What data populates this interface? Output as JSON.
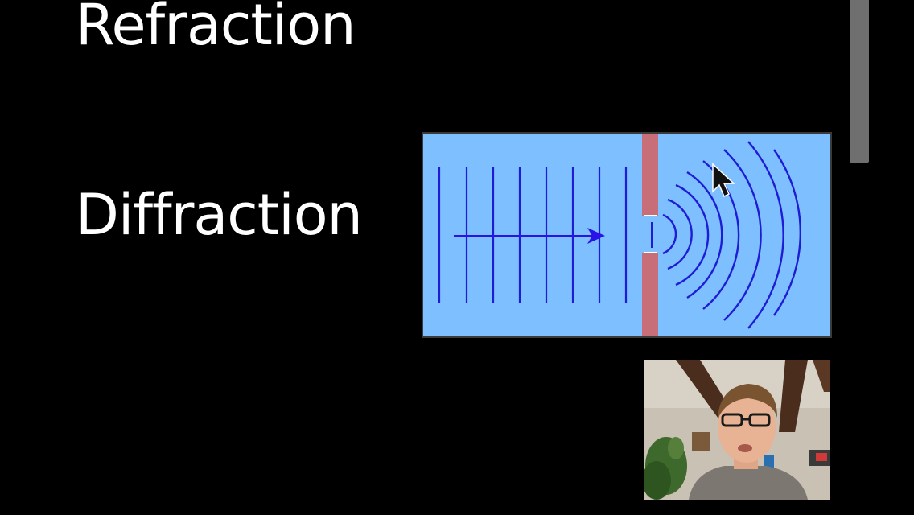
{
  "slide": {
    "headings": [
      "Refraction",
      "Diffraction"
    ]
  },
  "diagram": {
    "water_color": "#7dbfff",
    "wave_color": "#1f1cd6",
    "barrier_color": "#c86e78",
    "arrow_color": "#2b12e6",
    "icon": "cursor-arrow-icon"
  },
  "webcam": {
    "icon": "presenter-video"
  }
}
